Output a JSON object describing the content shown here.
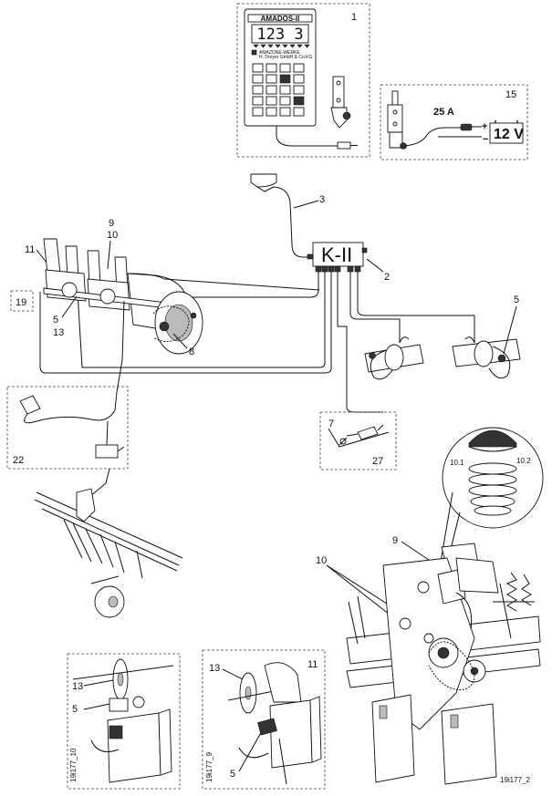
{
  "terminal": {
    "brand": "AMADOS-II",
    "display": "123 3",
    "panel_line1": "AMAZONE-WERKE",
    "panel_line2": "H. Dreyer GmbH & Co.KG",
    "callout": "1"
  },
  "power": {
    "fuse": "25 A",
    "battery": "12 V",
    "callout": "15"
  },
  "harness": {
    "cable_callout": "3",
    "junction_label": "K-II",
    "junction_callout": "2"
  },
  "callouts": {
    "n9_top": "9",
    "n10_top": "10",
    "n11_top": "11",
    "n19": "19",
    "n5_left": "5",
    "n13_left": "13",
    "n8": "8",
    "n5_right": "5",
    "n22": "22",
    "n7": "7",
    "n27": "27",
    "n10_1": "10.1",
    "n10_2": "10.2",
    "n9_big": "9",
    "n10_big": "10",
    "n13_d1": "13",
    "n5_d1": "5",
    "n13_d2": "13",
    "n11_d2": "11",
    "n5_d2": "5"
  },
  "figure_ids": {
    "detail1": "19i177_10",
    "detail2": "19i177_9",
    "main": "19i177_2"
  }
}
